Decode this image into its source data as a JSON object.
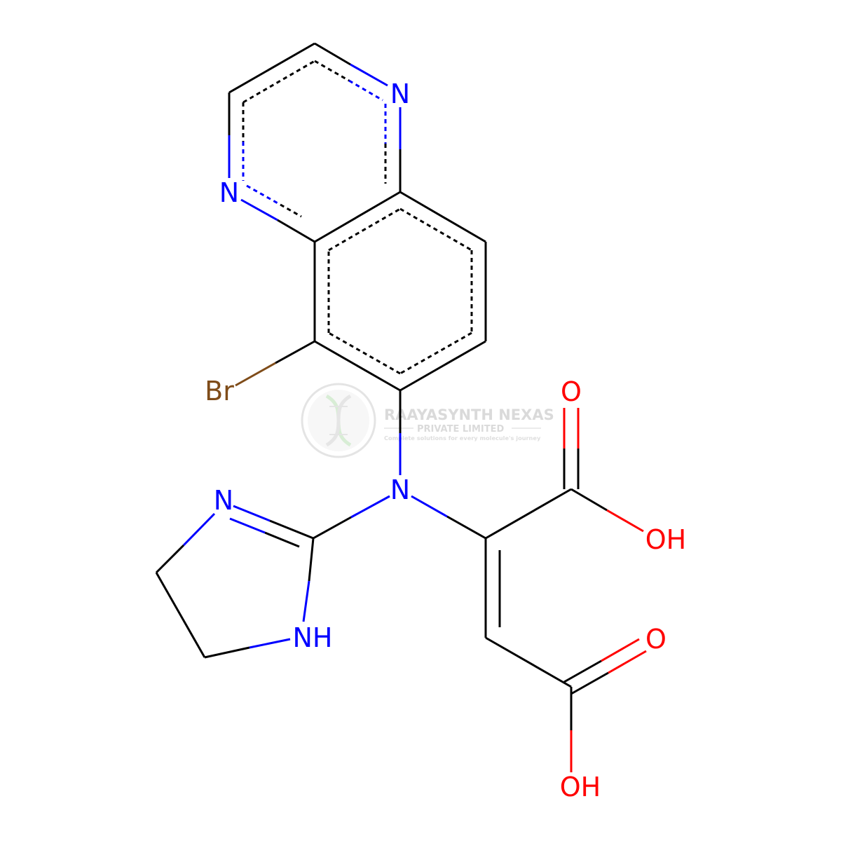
{
  "colors": {
    "bond": "#000000",
    "nitrogen": "#0000ff",
    "oxygen": "#ff0000",
    "bromine": "#7f4c19",
    "watermark": "#c9c9c9",
    "watermark_accent": "#c7e6c3"
  },
  "atoms": {
    "n_pyrazine_top": "N",
    "n_pyrazine_left": "N",
    "br": "Br",
    "n_amine": "N",
    "n_imidazoline": "N",
    "nh_imidazoline": "NH",
    "o_acid1_carbonyl": "O",
    "oh_acid1": "OH",
    "o_acid2_carbonyl": "O",
    "oh_acid2": "OH"
  },
  "watermark": {
    "company": "RAAYASYNTH NEXAS",
    "subtitle": "PRIVATE LIMITED",
    "tagline": "Complete solutions for every molecule's journey",
    "logo_icon": "dna-helix-icon"
  }
}
